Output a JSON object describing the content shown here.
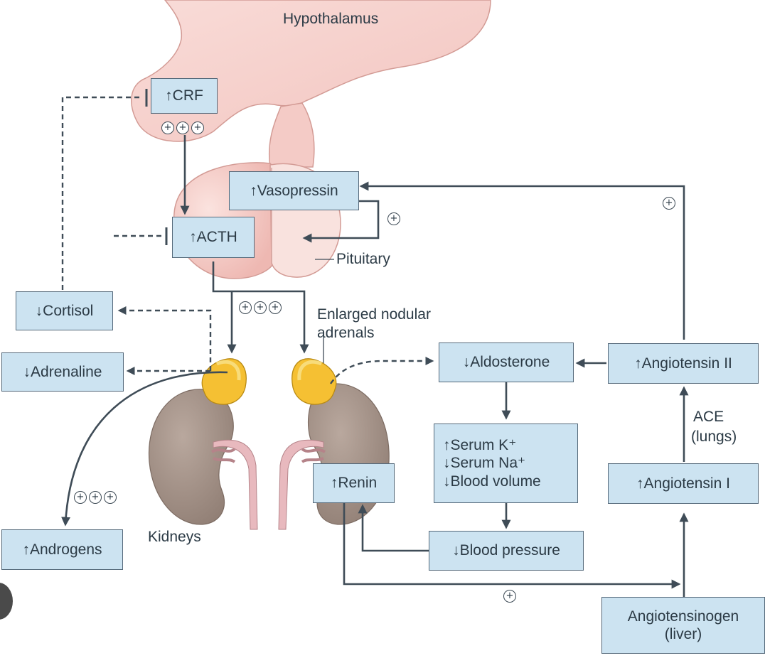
{
  "labels": {
    "hypothalamus": "Hypothalamus",
    "pituitary": "Pituitary",
    "enlarged_line1": "Enlarged nodular",
    "enlarged_line2": "adrenals",
    "kidneys": "Kidneys",
    "ace_line1": "ACE",
    "ace_line2": "(lungs)"
  },
  "boxes": {
    "crf": "↑CRF",
    "acth": "↑ACTH",
    "vasopressin": "↑Vasopressin",
    "cortisol": "↓Cortisol",
    "adrenaline": "↓Adrenaline",
    "androgens": "↑Androgens",
    "aldosterone": "↓Aldosterone",
    "angiotensin2": "↑Angiotensin II",
    "angiotensin1": "↑Angiotensin I",
    "serum_k": "↑Serum K⁺",
    "serum_na": "↓Serum Na⁺",
    "blood_volume": "↓Blood volume",
    "renin": "↑Renin",
    "blood_pressure": "↓Blood pressure",
    "angiotensinogen_line1": "Angiotensinogen",
    "angiotensinogen_line2": "(liver)"
  },
  "symbols": {
    "plus": "+"
  },
  "colors": {
    "box_fill": "#cce3f1",
    "box_border": "#55697a",
    "arrow": "#3f4c57",
    "hypothalamus_fill": "#f7d3cf",
    "adrenal_fill": "#f5c033",
    "kidney_fill": "#a7958b"
  }
}
